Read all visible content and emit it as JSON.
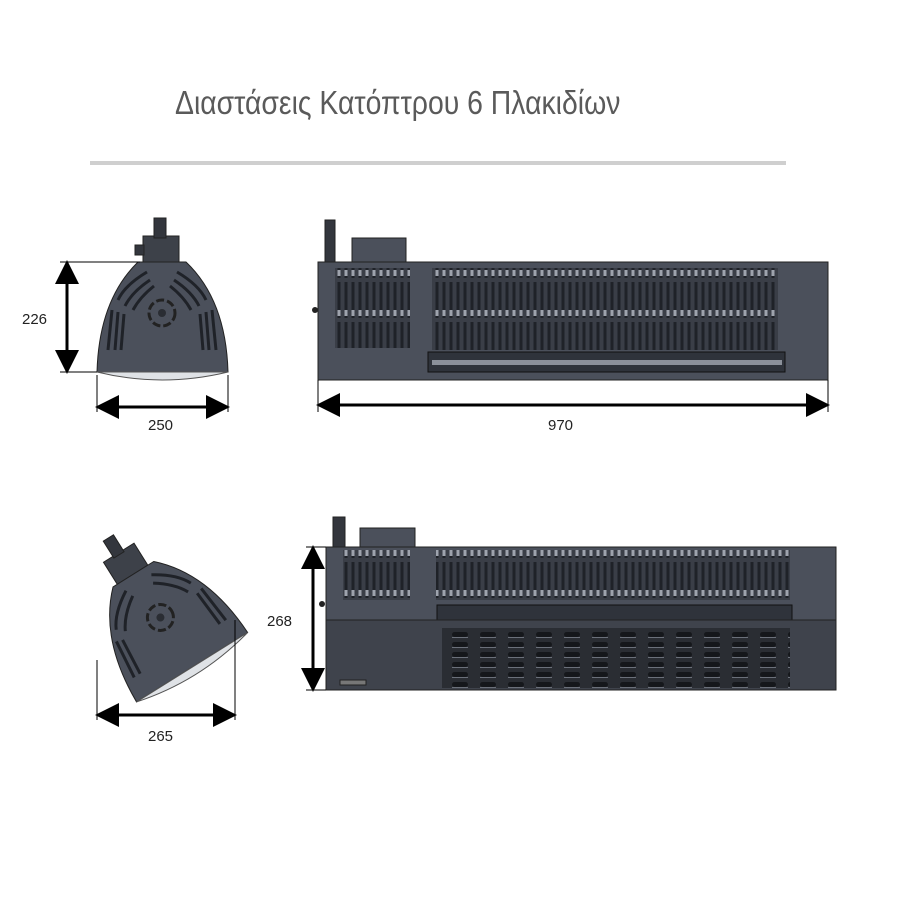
{
  "title": "Διαστάσεις Κατόπτρου 6 Πλακιδίων",
  "dimensions": {
    "front_height": "226",
    "front_width": "250",
    "side_length": "970",
    "tilted_width": "265",
    "tilted_height": "268"
  },
  "colors": {
    "body": "#4b505b",
    "dark": "#2f333b",
    "rule": "#cfcfcf"
  }
}
